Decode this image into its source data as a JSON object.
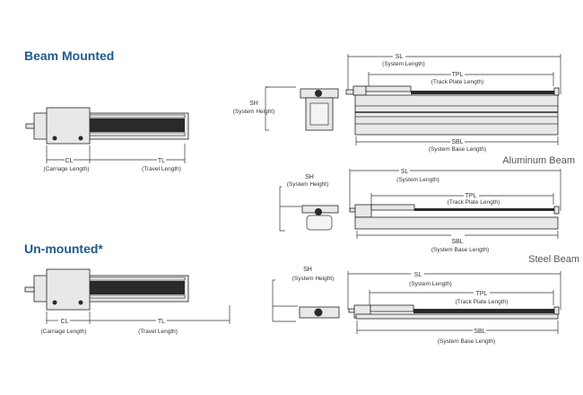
{
  "sections": {
    "beam_mounted": "Beam Mounted",
    "un_mounted": "Un-mounted*"
  },
  "captions": {
    "aluminum": "Aluminum Beam",
    "steel": "Steel Beam"
  },
  "dims": {
    "cl": "CL",
    "cl_desc": "(Carriage Length)",
    "tl": "TL",
    "tl_desc": "(Travel Length)",
    "sh": "SH",
    "sh_desc": "(System Height)",
    "sl": "SL",
    "sl_desc": "(System Length)",
    "tpl": "TPL",
    "tpl_desc": "(Track Plate Length)",
    "sbl": "SBL",
    "sbl_desc": "(System Base Length)"
  }
}
